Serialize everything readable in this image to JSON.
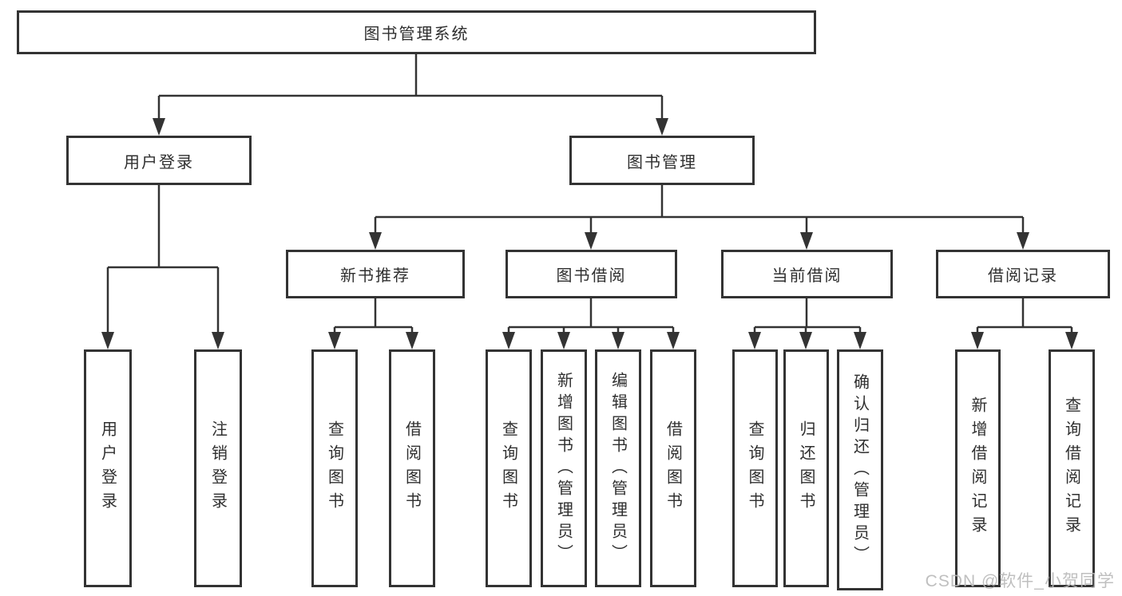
{
  "diagram_type": "hierarchy-tree",
  "colors": {
    "line": "#333333",
    "box_border": "#333333",
    "box_fill": "#ffffff",
    "text": "#2f2f2f",
    "watermark": "#b9b9b9"
  },
  "tree": {
    "label": "图书管理系统",
    "children": [
      {
        "label": "用户登录",
        "children": [
          {
            "label": "用户登录"
          },
          {
            "label": "注销登录"
          }
        ]
      },
      {
        "label": "图书管理",
        "children": [
          {
            "label": "新书推荐",
            "children": [
              {
                "label": "查询图书"
              },
              {
                "label": "借阅图书"
              }
            ]
          },
          {
            "label": "图书借阅",
            "children": [
              {
                "label": "查询图书"
              },
              {
                "label": "新增图书（管理员）"
              },
              {
                "label": "编辑图书（管理员）"
              },
              {
                "label": "借阅图书"
              }
            ]
          },
          {
            "label": "当前借阅",
            "children": [
              {
                "label": "查询图书"
              },
              {
                "label": "归还图书"
              },
              {
                "label": "确认归还（管理员）"
              }
            ]
          },
          {
            "label": "借阅记录",
            "children": [
              {
                "label": "新增借阅记录"
              },
              {
                "label": "查询借阅记录"
              }
            ]
          }
        ]
      }
    ]
  },
  "watermark": {
    "text": "CSDN @软件_小贺同学"
  }
}
